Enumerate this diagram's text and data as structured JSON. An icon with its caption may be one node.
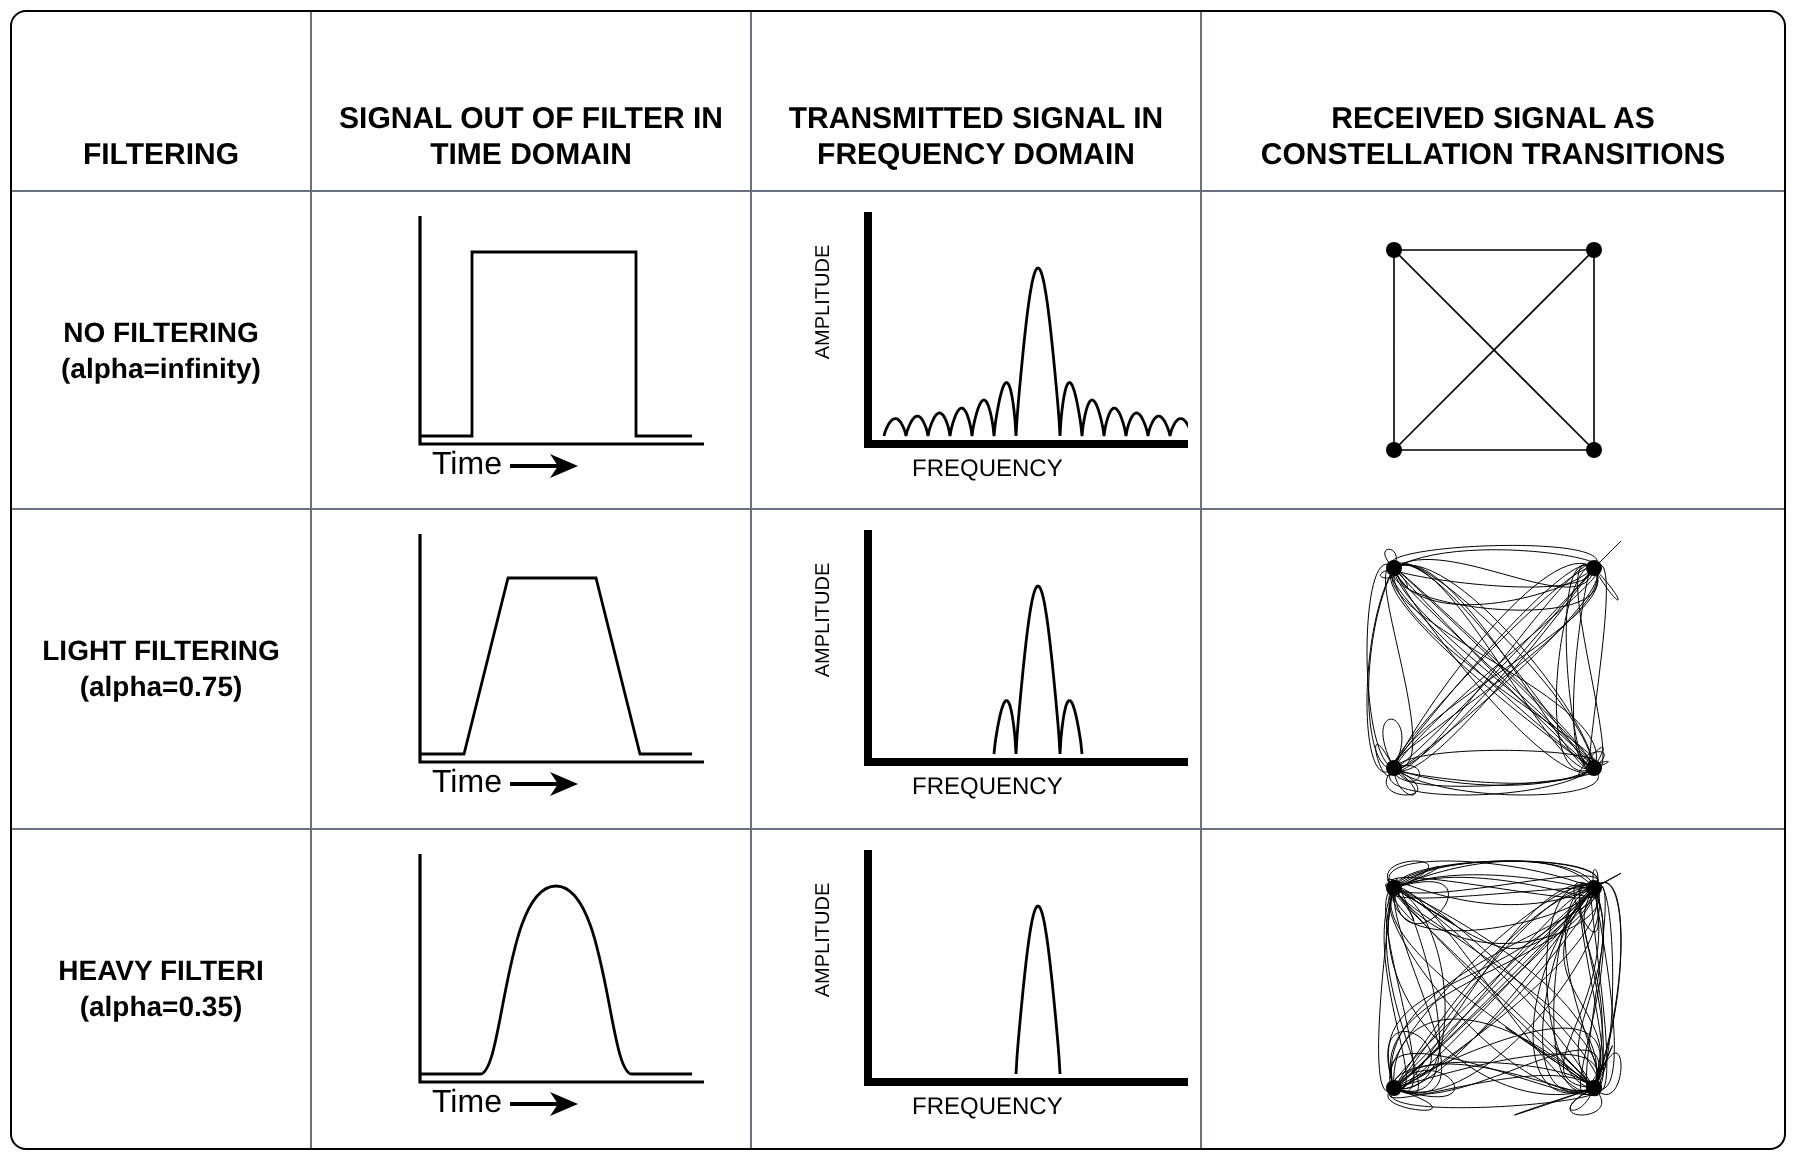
{
  "diagram": {
    "labels": [
      "FILTERING",
      "SIGNAL OUT OF FILTER IN TIME DOMAIN",
      "TRANSMITTED SIGNAL IN FREQUENCY DOMAIN",
      "RECEIVED SIGNAL AS CONSTELLATION TRANSITIONS",
      "NO FILTERING (alpha=infinity)",
      "Time",
      "AMPLITUDE",
      "FREQUENCY",
      "LIGHT FILTERING (alpha=0.75)",
      "Time",
      "AMPLITUDE",
      "FREQUENCY",
      "HEAVY FILTERI (alpha=0.35)",
      "Time",
      "AMPLITUDE",
      "FREQUENCY"
    ]
  }
}
